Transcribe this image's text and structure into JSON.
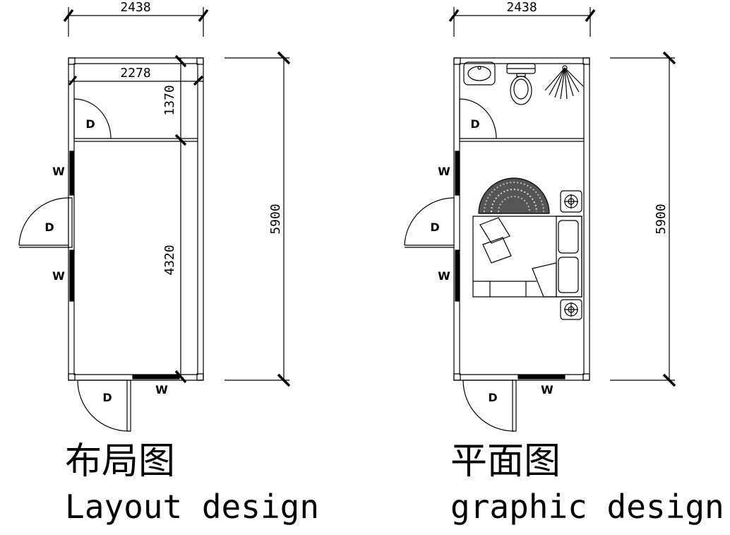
{
  "left_plan": {
    "dim_overall_width": "2438",
    "dim_inner_width": "2278",
    "dim_bathroom_depth": "1370",
    "dim_room_depth": "4320",
    "dim_overall_length": "5900",
    "door_label": "D",
    "window_label": "W",
    "caption_cn": "布局图",
    "caption_en": "Layout design"
  },
  "right_plan": {
    "dim_overall_width": "2438",
    "dim_overall_length": "5900",
    "door_label": "D",
    "window_label": "W",
    "caption_cn": "平面图",
    "caption_en": "graphic design"
  }
}
